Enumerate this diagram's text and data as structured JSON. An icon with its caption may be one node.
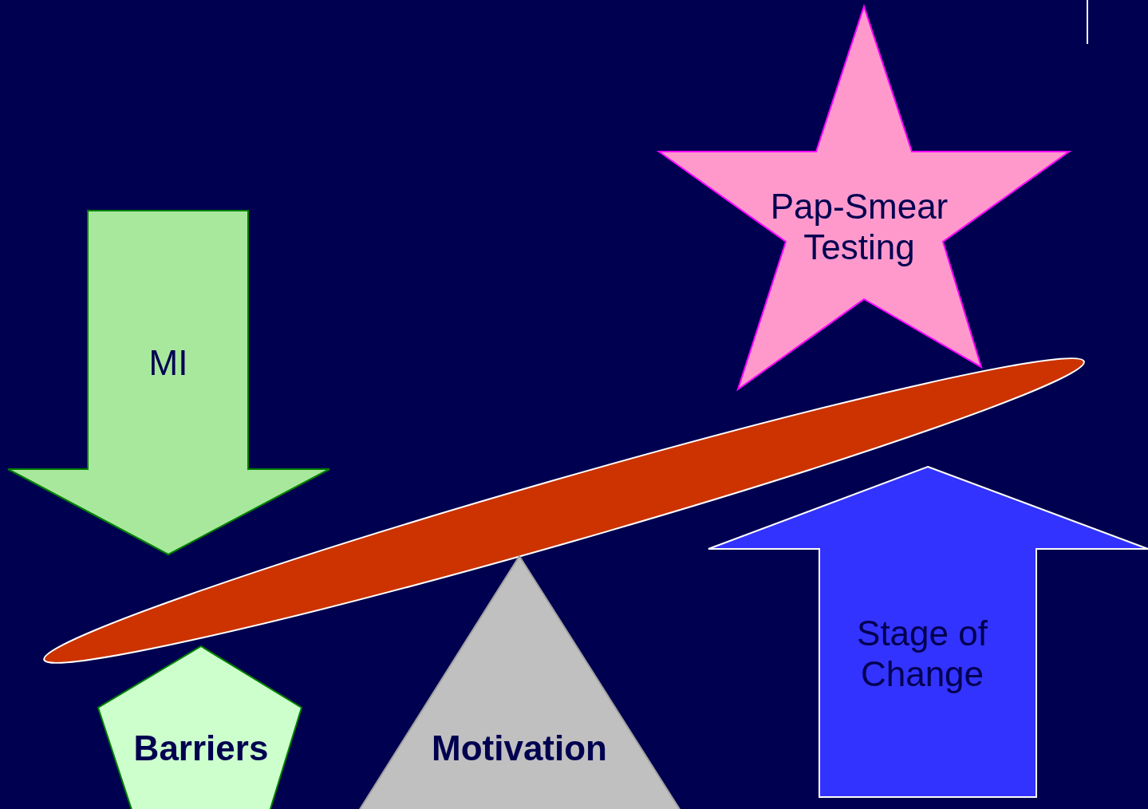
{
  "diagram": {
    "nodes": [
      {
        "text": [
          "Pap-Smear Testing"
        ]
      },
      {
        "text": [
          "MI"
        ]
      },
      {
        "text": [
          "Stage of Change"
        ]
      },
      {
        "text": [
          "Barriers"
        ]
      },
      {
        "text": [
          "Motivation"
        ]
      }
    ]
  }
}
